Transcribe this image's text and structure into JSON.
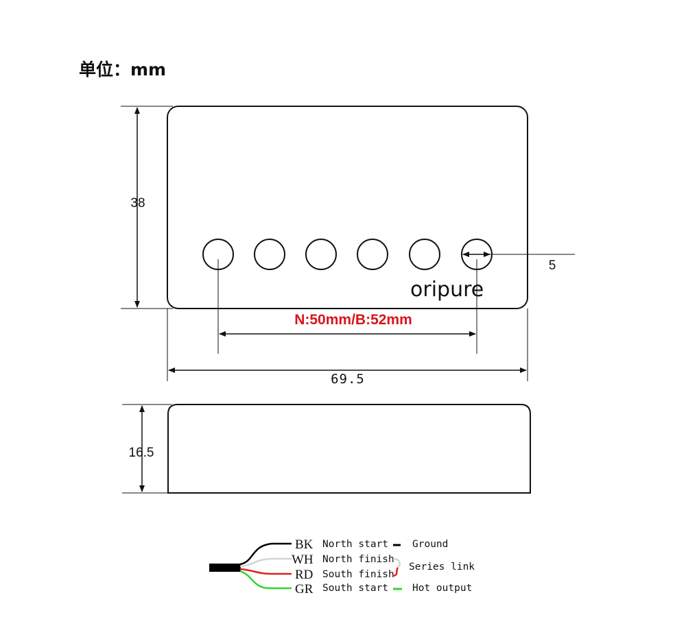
{
  "unit_label": "单位：mm",
  "brand": "oripure",
  "dimensions": {
    "height": "38",
    "pole_diameter": "5",
    "pole_spacing": "N:50mm/B:52mm",
    "width": "69.5",
    "side_height": "16.5"
  },
  "pole_count": 6,
  "wiring": {
    "wires": [
      {
        "code": "BK",
        "name": "North start",
        "color": "#000000"
      },
      {
        "code": "WH",
        "name": "North finish",
        "color": "#d4d4d4"
      },
      {
        "code": "RD",
        "name": "South finish",
        "color": "#e0201c"
      },
      {
        "code": "GR",
        "name": "South start",
        "color": "#2cd626"
      }
    ],
    "ground": "Ground",
    "series_link": "Series link",
    "hot_output": "Hot output"
  },
  "colors": {
    "spacing_text": "#d8141c",
    "line": "#111111"
  }
}
